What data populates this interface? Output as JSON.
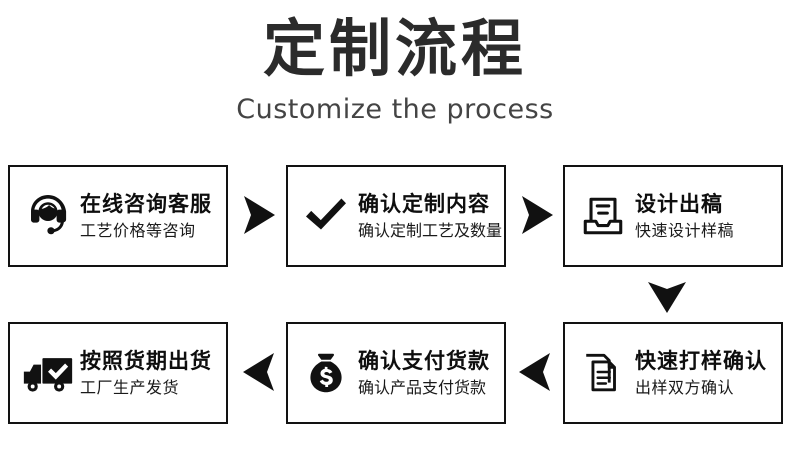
{
  "header": {
    "title": "定制流程",
    "subtitle": "Customize the process"
  },
  "colors": {
    "ink": "#121212",
    "title": "#2b2b2b",
    "subtitle": "#444444",
    "background": "#ffffff"
  },
  "steps": [
    {
      "index": 1,
      "icon": "headset-support-icon",
      "title": "在线咨询客服",
      "caption": "工艺价格等咨询"
    },
    {
      "index": 2,
      "icon": "check-mark-icon",
      "title": "确认定制内容",
      "caption": "确认定制工艺及数量"
    },
    {
      "index": 3,
      "icon": "design-inbox-icon",
      "title": "设计出稿",
      "caption": "快速设计样稿"
    },
    {
      "index": 4,
      "icon": "documents-stack-icon",
      "title": "快速打样确认",
      "caption": "出样双方确认"
    },
    {
      "index": 5,
      "icon": "money-bag-icon",
      "title": "确认支付货款",
      "caption": "确认产品支付货款"
    },
    {
      "index": 6,
      "icon": "delivery-truck-check-icon",
      "title": "按照货期出货",
      "caption": "工厂生产发货"
    }
  ],
  "arrows": [
    {
      "id": 1,
      "icon": "arrow-right-icon",
      "from": 1,
      "to": 2
    },
    {
      "id": 2,
      "icon": "arrow-right-icon",
      "from": 2,
      "to": 3
    },
    {
      "id": 3,
      "icon": "arrow-down-icon",
      "from": 3,
      "to": 4
    },
    {
      "id": 4,
      "icon": "arrow-left-icon",
      "from": 4,
      "to": 5
    },
    {
      "id": 5,
      "icon": "arrow-left-icon",
      "from": 5,
      "to": 6
    }
  ]
}
